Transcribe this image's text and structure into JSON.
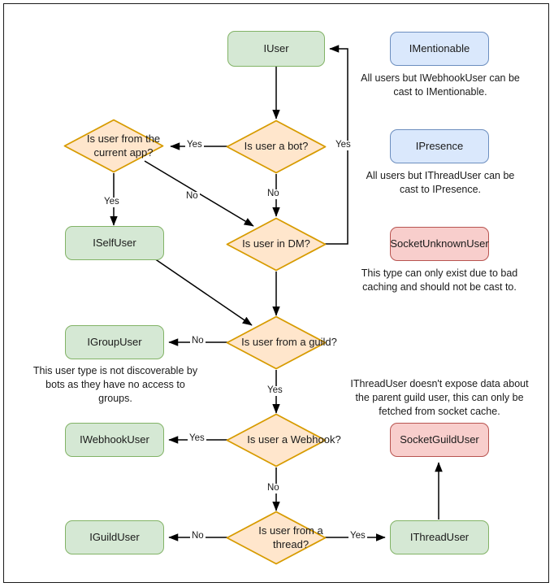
{
  "diagram": {
    "title": "Discord.Net user type cast decision flowchart",
    "colors": {
      "green_fill": "#d5e8d4",
      "green_stroke": "#82b366",
      "orange_fill": "#ffe6cc",
      "orange_stroke": "#d79b00",
      "blue_fill": "#dae8fc",
      "blue_stroke": "#6c8ebf",
      "red_fill": "#f8cecc",
      "red_stroke": "#b85450",
      "edge": "#000000",
      "text": "#1a1a1a",
      "frame": "#1a1a1a"
    },
    "nodes": {
      "iuser": "IUser",
      "is_user_a_bot": "Is user a bot?",
      "is_user_from_the_current_app": "Is user from the current app?",
      "iselfuser": "ISelfUser",
      "is_user_in_dm": "Is user in DM?",
      "igroupuser": "IGroupUser",
      "is_user_from_a_guild": "Is user from a guild?",
      "iwebhookuser": "IWebhookUser",
      "is_user_a_webhook": "Is user a Webhook?",
      "iguilduser": "IGuildUser",
      "is_user_from_a_thread": "Is user from a thread?",
      "ithreaduser": "IThreadUser",
      "imentionable": "IMentionable",
      "ipresence": "IPresence",
      "socketunknownuser": "SocketUnknownUser",
      "socketguilduser": "SocketGuildUser"
    },
    "notes": {
      "imentionable": "All users but IWebhookUser can be cast to IMentionable.",
      "ipresence": "All users but IThreadUser can be cast to IPresence.",
      "socketunknownuser": "This type can only exist due to bad caching and should not be cast to.",
      "igroupuser": "This user type is not discoverable by bots as they have no access to groups.",
      "socketguilduser": "IThreadUser doesn't expose data about the parent guild user, this can only be fetched from socket cache."
    },
    "edge_labels": {
      "bot_yes": "Yes",
      "bot_no": "No",
      "dm_yes": "Yes",
      "currentapp_yes": "Yes",
      "currentapp_no": "No",
      "guild_no": "No",
      "guild_yes": "Yes",
      "webhook_yes": "Yes",
      "webhook_no": "No",
      "thread_no": "No",
      "thread_yes": "Yes"
    }
  }
}
